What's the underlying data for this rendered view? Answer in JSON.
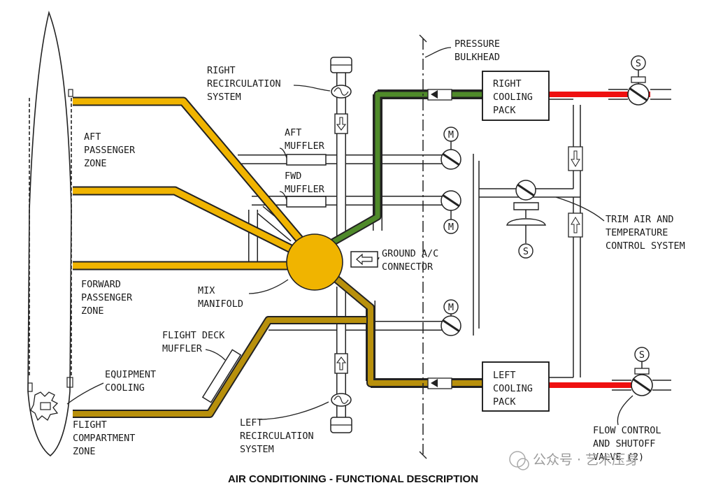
{
  "caption": "AIR CONDITIONING - FUNCTIONAL DESCRIPTION",
  "watermark": "公众号 · 艺术压身",
  "colors": {
    "yellow": "#f0b400",
    "olive": "#b8900c",
    "green": "#4f8a2a",
    "red": "#ef1010"
  },
  "labels": {
    "aft_zone": [
      "AFT",
      "PASSENGER",
      "ZONE"
    ],
    "fwd_zone": [
      "FORWARD",
      "PASSENGER",
      "ZONE"
    ],
    "equipment_cooling": [
      "EQUIPMENT",
      "COOLING"
    ],
    "flight_compartment": [
      "FLIGHT",
      "COMPARTMENT",
      "ZONE"
    ],
    "right_recirc": [
      "RIGHT",
      "RECIRCULATION",
      "SYSTEM"
    ],
    "left_recirc": [
      "LEFT",
      "RECIRCULATION",
      "SYSTEM"
    ],
    "aft_muffler": [
      "AFT",
      "MUFFLER"
    ],
    "fwd_muffler": [
      "FWD",
      "MUFFLER"
    ],
    "flight_deck_muffler": [
      "FLIGHT DECK",
      "MUFFLER"
    ],
    "mix_manifold": [
      "MIX",
      "MANIFOLD"
    ],
    "ground_connector": [
      "GROUND A/C",
      "CONNECTOR"
    ],
    "pressure_bulkhead": [
      "PRESSURE",
      "BULKHEAD"
    ],
    "right_pack": [
      "RIGHT",
      "COOLING",
      "PACK"
    ],
    "left_pack": [
      "LEFT",
      "COOLING",
      "PACK"
    ],
    "trim_air": [
      "TRIM AIR AND",
      "TEMPERATURE",
      "CONTROL SYSTEM"
    ],
    "flow_control": [
      "FLOW CONTROL",
      "AND SHUTOFF",
      "VALVE (2)"
    ],
    "motor_symbol": "M",
    "solenoid_symbol": "S"
  }
}
